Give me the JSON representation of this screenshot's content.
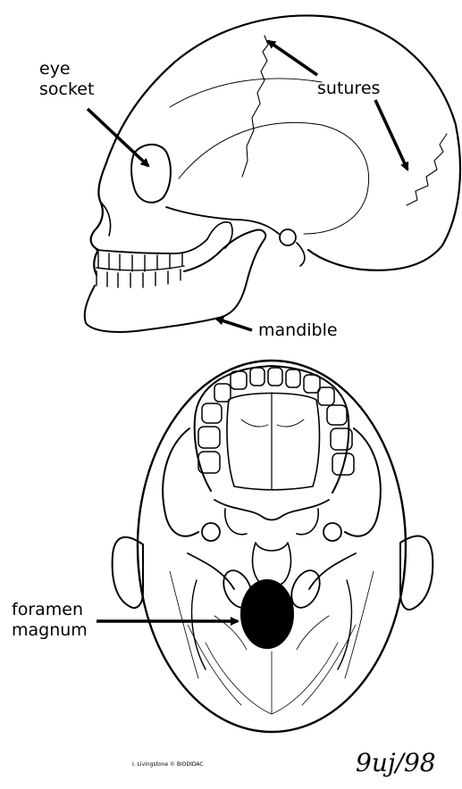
{
  "labels": {
    "eye_socket": [
      "eye",
      "socket"
    ],
    "sutures": "sutures",
    "mandible": "mandible",
    "foramen_magnum": [
      "foramen",
      "magnum"
    ]
  },
  "credit": "I. Livingstone © BIODIDAC",
  "signature": "9uj/98",
  "colors": {
    "ink": "#000000",
    "paper": "#ffffff"
  }
}
